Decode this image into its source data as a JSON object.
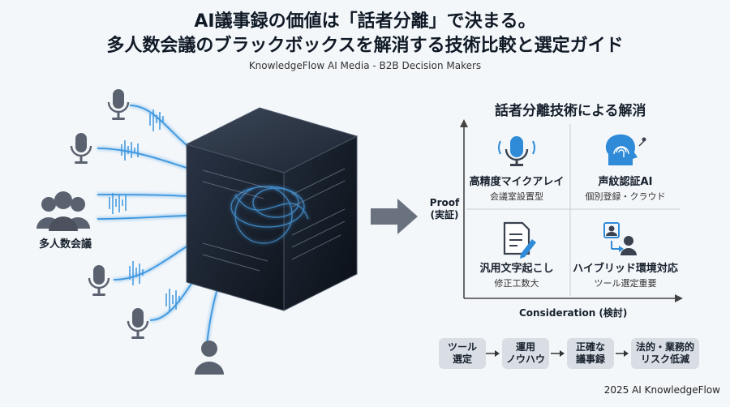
{
  "header": {
    "title_line1": "AI議事録の価値は「話者分離」で決まる。",
    "title_line2": "多人数会議のブラックボックスを解消する技術比較と選定ガイド",
    "subtitle": "KnowledgeFlow AI Media - B2B Decision Makers"
  },
  "left": {
    "people_label": "多人数会議",
    "icons": [
      "microphone-icon",
      "people-group-icon",
      "person-icon",
      "black-box-cube",
      "arrow-right-icon"
    ]
  },
  "matrix": {
    "title": "話者分離技術による解消",
    "y_axis_label_line1": "Proof",
    "y_axis_label_line2": "(実証)",
    "x_axis_label": "Consideration (検討)",
    "cells": [
      {
        "title": "高精度マイクアレイ",
        "sub": "会議室設置型",
        "icon": "microphone-icon"
      },
      {
        "title": "声紋認証AI",
        "sub": "個別登録・クラウド",
        "icon": "fingerprint-head-icon"
      },
      {
        "title": "汎用文字起こし",
        "sub": "修正工数大",
        "icon": "document-pen-icon"
      },
      {
        "title": "ハイブリッド環境対応",
        "sub": "ツール選定重要",
        "icon": "hybrid-people-icon"
      }
    ]
  },
  "flow": {
    "steps": [
      {
        "line1": "ツール",
        "line2": "選定"
      },
      {
        "line1": "運用",
        "line2": "ノウハウ"
      },
      {
        "line1": "正確な",
        "line2": "議事録"
      },
      {
        "line1": "法的・業務的",
        "line2": "リスク低減"
      }
    ]
  },
  "footer": "2025 AI KnowledgeFlow",
  "colors": {
    "accent_blue": "#2f8bd8",
    "dark_cube": "#1a2230",
    "icon_gray": "#5a6270",
    "box_bg": "#d9dee5"
  }
}
